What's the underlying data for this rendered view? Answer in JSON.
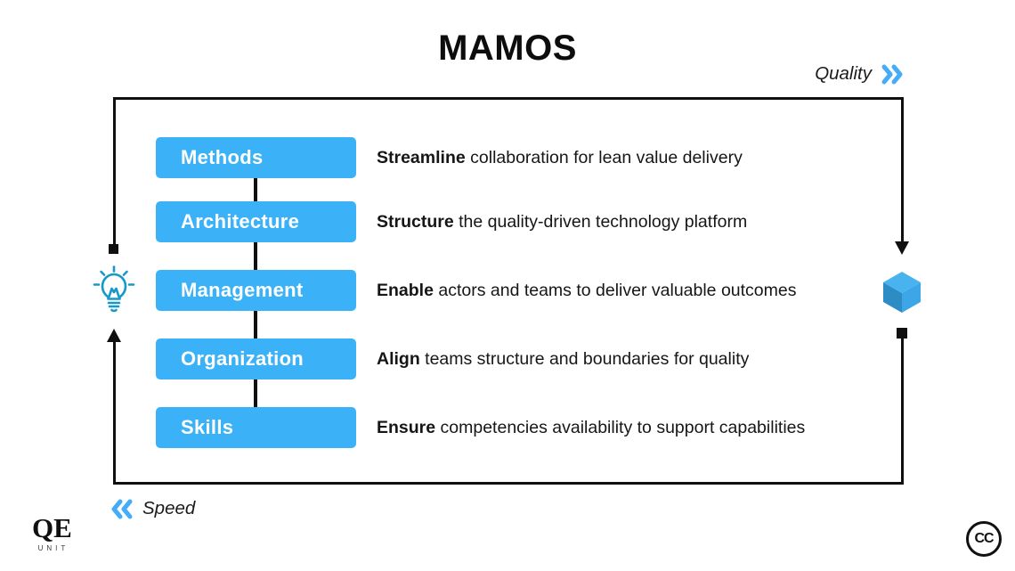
{
  "title": "MAMOS",
  "axes": {
    "quality_label": "Quality",
    "speed_label": "Speed"
  },
  "rows": [
    {
      "label": "Methods",
      "verb": "Streamline",
      "rest": " collaboration for lean value delivery"
    },
    {
      "label": "Architecture",
      "verb": "Structure",
      "rest": " the quality-driven technology platform"
    },
    {
      "label": "Management",
      "verb": "Enable",
      "rest": " actors and teams to deliver valuable outcomes"
    },
    {
      "label": "Organization",
      "verb": "Align",
      "rest": " teams structure and boundaries for quality"
    },
    {
      "label": "Skills",
      "verb": "Ensure",
      "rest": " competencies availability to support capabilities"
    }
  ],
  "footer": {
    "logo_main": "QE",
    "logo_sub": "UNIT",
    "cc_label": "CC"
  },
  "colors": {
    "box_blue": "#3BB2F7",
    "chevron_blue": "#45ACF7",
    "bulb_teal": "#1898C8",
    "cube_top": "#49B3F0",
    "cube_left": "#2E8CC5",
    "cube_right": "#3CA6E8",
    "line_black": "#101010"
  }
}
